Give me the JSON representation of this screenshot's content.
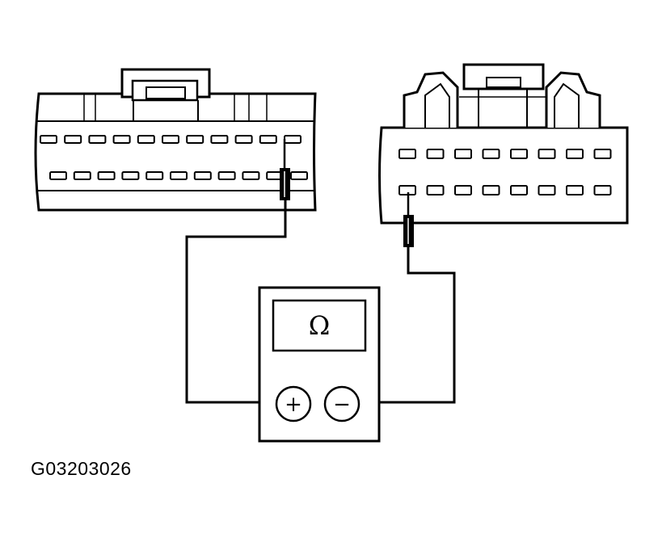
{
  "figure": {
    "id": "G03203026"
  },
  "meter": {
    "display_symbol": "Ω",
    "positive_terminal": "+",
    "negative_terminal": "−"
  },
  "connector_left": {
    "top_row_pins": 11,
    "bottom_row_pins": 11
  },
  "connector_right": {
    "top_row_pins": 8,
    "bottom_row_pins": 8
  },
  "colors": {
    "line": "#000000",
    "fill": "#ffffff",
    "shade": "#d9d9d9"
  }
}
